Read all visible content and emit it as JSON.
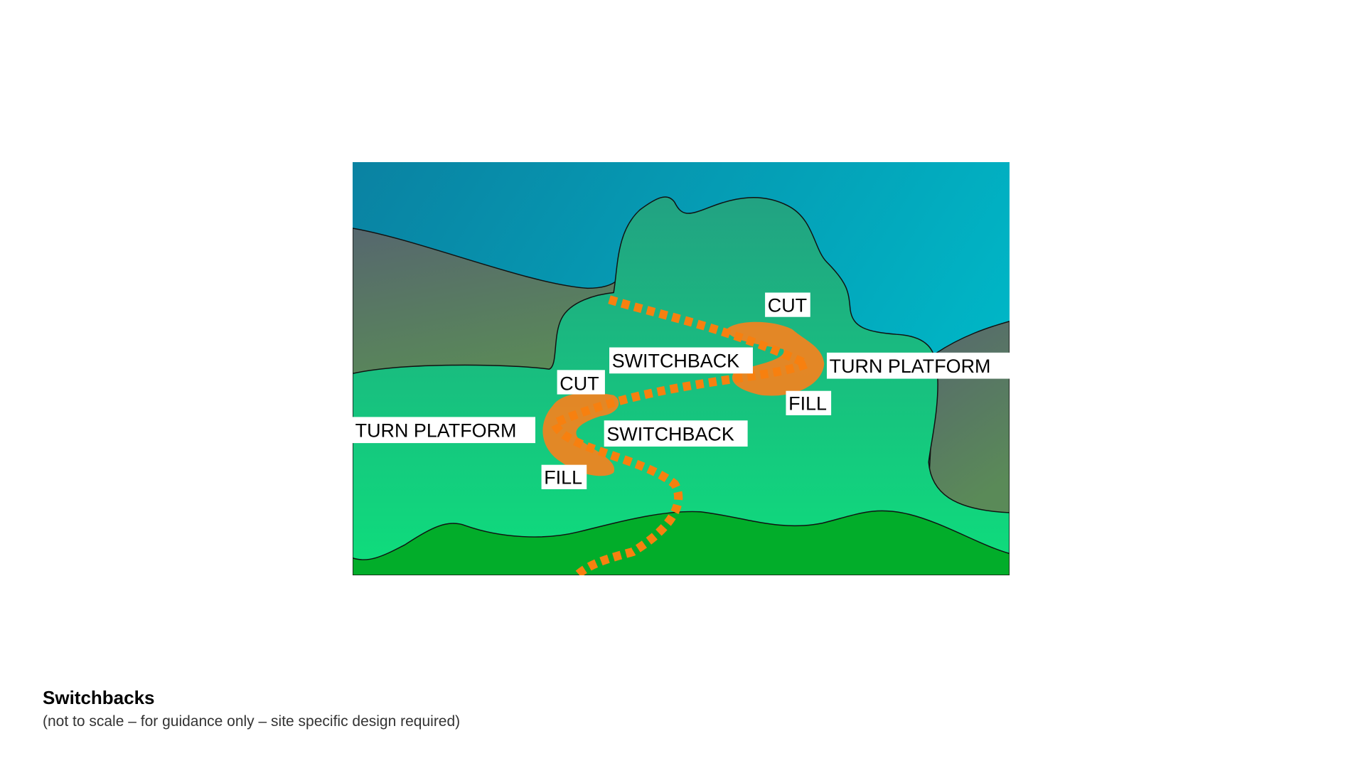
{
  "diagram": {
    "labels": {
      "cut_upper": "CUT",
      "switchback_upper": "SWITCHBACK",
      "turn_platform_right": "TURN PLATFORM",
      "fill_upper": "FILL",
      "cut_lower": "CUT",
      "turn_platform_left": "TURN PLATFORM",
      "switchback_lower": "SWITCHBACK",
      "fill_lower": "FILL"
    },
    "colors": {
      "sky": "#0a86a6",
      "slope": "#14c27e",
      "foreground": "#02ad2a",
      "trail": "#f7800f"
    }
  },
  "caption": {
    "title": "Switchbacks",
    "subtitle": "(not to scale – for guidance only – site specific design required)"
  }
}
